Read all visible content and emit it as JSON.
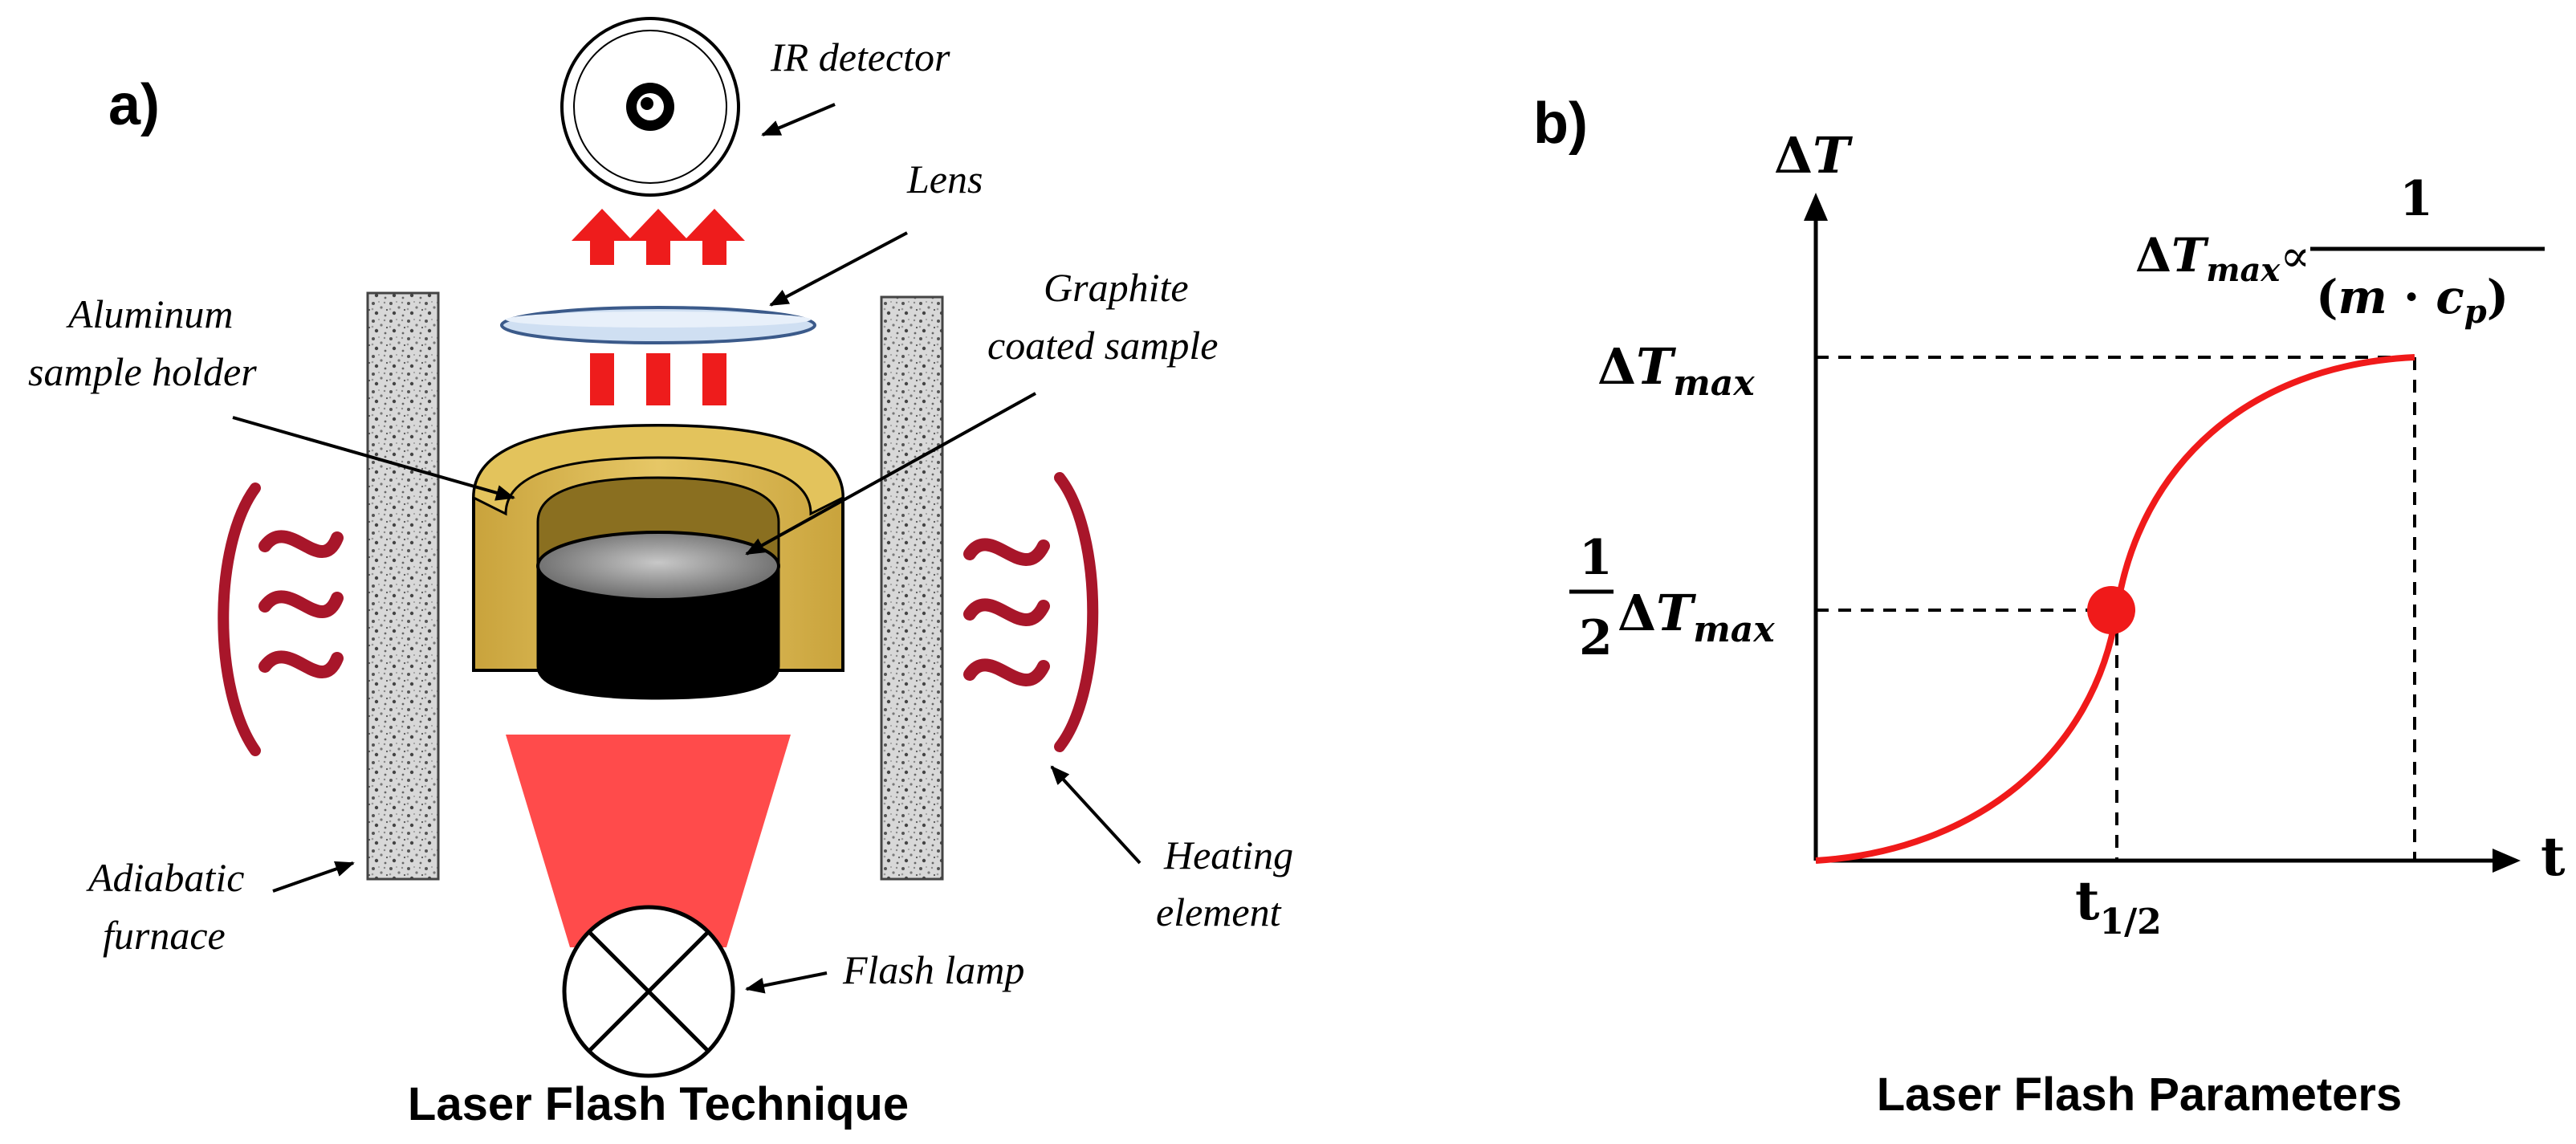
{
  "panel_a": {
    "letter": "a)",
    "labels": {
      "ir_detector": "IR detector",
      "lens": "Lens",
      "aluminum_1": "Aluminum",
      "aluminum_2": "sample holder",
      "graphite_1": "Graphite",
      "graphite_2": "coated sample",
      "adiabatic_1": "Adiabatic",
      "adiabatic_2": "furnace",
      "heating_1": "Heating",
      "heating_2": "element",
      "flash_lamp": "Flash lamp"
    },
    "caption": "Laser Flash Technique",
    "colors": {
      "laser_red": "#ff4b4b",
      "arrow_red": "#ee1c1c",
      "holder_gold": "#d4b049",
      "heater_red": "#a8162a"
    }
  },
  "panel_b": {
    "letter": "b)",
    "y_axis_label_delta": "Δ",
    "y_axis_label_var": "T",
    "x_axis_label": "t",
    "y_tick_max_delta": "Δ",
    "y_tick_max_var": "T",
    "y_tick_max_sub": "max",
    "y_tick_half_num": "1",
    "y_tick_half_den": "2",
    "y_tick_half_delta": "Δ",
    "y_tick_half_var": "T",
    "y_tick_half_sub": "max",
    "x_tick_half_base": "t",
    "x_tick_half_sub": "1/2",
    "formula": {
      "lhs_delta": "Δ",
      "lhs_var": "T",
      "lhs_sub": "max",
      "prop": "∝",
      "numerator": "1",
      "denominator_open": "(",
      "denominator_m": "m",
      "denominator_dot": " · ",
      "denominator_c": "c",
      "denominator_sub": "p",
      "denominator_close": ")"
    },
    "caption": "Laser Flash Parameters",
    "curve_color": "#f01a1a"
  }
}
